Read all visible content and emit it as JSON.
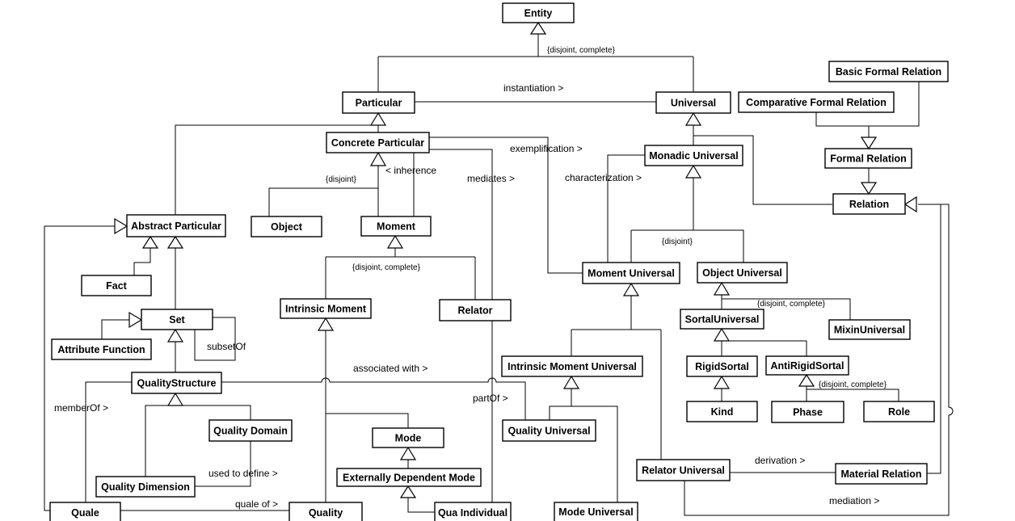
{
  "classes": {
    "entity": "Entity",
    "particular": "Particular",
    "universal": "Universal",
    "basic_formal_relation": "Basic Formal Relation",
    "comparative_formal_relation": "Comparative Formal Relation",
    "concrete_particular": "Concrete Particular",
    "monadic_universal": "Monadic Universal",
    "formal_relation": "Formal Relation",
    "relation": "Relation",
    "abstract_particular": "Abstract Particular",
    "object": "Object",
    "moment": "Moment",
    "fact": "Fact",
    "set": "Set",
    "attribute_function": "Attribute Function",
    "intrinsic_moment": "Intrinsic Moment",
    "relator": "Relator",
    "moment_universal": "Moment Universal",
    "object_universal": "Object Universal",
    "sortal_universal": "SortalUniversal",
    "mixin_universal": "MixinUniversal",
    "intrinsic_moment_universal": "Intrinsic Moment Universal",
    "rigid_sortal": "RigidSortal",
    "anti_rigid_sortal": "AntiRigidSortal",
    "quality_structure": "QualityStructure",
    "kind": "Kind",
    "phase": "Phase",
    "role": "Role",
    "quality_domain": "Quality Domain",
    "quality_universal": "Quality Universal",
    "mode": "Mode",
    "relator_universal": "Relator Universal",
    "material_relation": "Material Relation",
    "externally_dependent_mode": "Externally Dependent Mode",
    "quality_dimension": "Quality Dimension",
    "quale": "Quale",
    "quality": "Quality",
    "qua_individual": "Qua Individual",
    "mode_universal": "Mode Universal"
  },
  "associations": {
    "instantiation": "instantiation >",
    "exemplification": "exemplification >",
    "inherence": "< inherence",
    "mediates": "mediates >",
    "characterization": "characterization >",
    "subset_of": "subsetOf",
    "associated_with": "associated with >",
    "part_of": "partOf >",
    "member_of": "memberOf >",
    "used_to_define": "used to define >",
    "derivation": "derivation >",
    "quale_of": "quale of >",
    "mediation": "mediation >"
  },
  "constraints": {
    "entity_gen": "{disjoint, complete}",
    "concrete_gen": "{disjoint}",
    "moment_gen": "{disjoint, complete}",
    "monadic_gen": "{disjoint}",
    "object_universal_gen": "{disjoint, complete}",
    "anti_rigid_gen": "{disjoint, complete}"
  }
}
